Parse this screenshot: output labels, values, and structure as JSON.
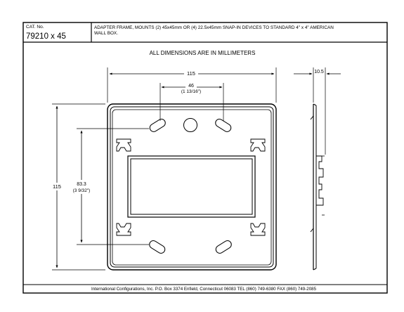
{
  "title_block": {
    "cat_label": "CAT. No.",
    "cat_number": "79210 x 45",
    "description_line1": "ADAPTER FRAME, MOUNTS (2) 45x45mm OR (4) 22.5x45mm SNAP-IN DEVICES TO STANDARD 4\" x 4\" AMERICAN",
    "description_line2": "WALL BOX."
  },
  "note": "ALL DIMENSIONS ARE IN MILLIMETERS",
  "dimensions": {
    "overall_width": "115",
    "slot_spacing": "46",
    "slot_spacing_inch": "(1 13/16\")",
    "overall_height": "115",
    "mount_spacing": "83.3",
    "mount_spacing_inch": "(3 9/32\")",
    "depth": "10.5"
  },
  "footer": "International Configurations, Inc.  P.O. Box 3374  Enfield, Connecticut 06083 TEL (860) 749-6380  FAX (860) 749-2085"
}
